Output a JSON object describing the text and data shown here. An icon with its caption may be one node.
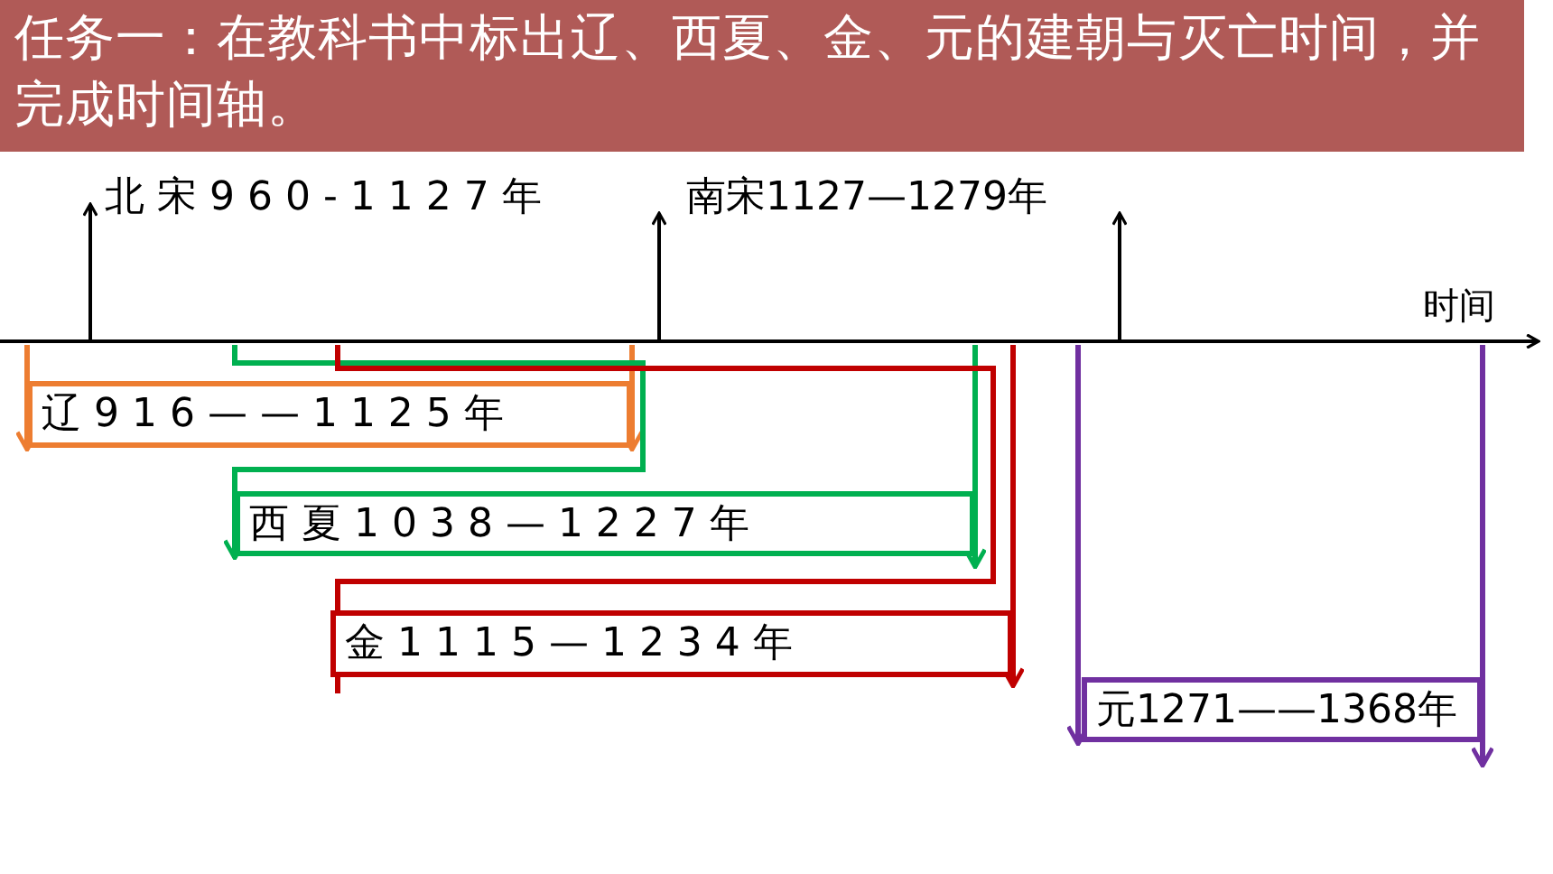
{
  "diagram": {
    "title": "任务一：在教科书中标出辽、西夏、金、元的建朝与灭亡时间，并完成时间轴。",
    "nodes": [
      {
        "text": [
          "时间"
        ]
      },
      {
        "text": [
          "辽 9 1 6 — — 1 1 2 5 年"
        ]
      },
      {
        "text": [
          "西 夏 1 0 3 8 — 1 2 2 7 年"
        ]
      },
      {
        "text": [
          "金 1 1 1 5 — 1 2 3 4 年"
        ]
      },
      {
        "text": [
          "元1271——1368年"
        ]
      }
    ],
    "edges": [
      {
        "from": 0,
        "to": 1,
        "arrow": "to",
        "color": "#ed7d31"
      },
      {
        "from": 0,
        "to": 1,
        "arrow": "to",
        "color": "#ed7d31"
      },
      {
        "from": 0,
        "to": 2,
        "arrow": "to",
        "color": "#00b050"
      },
      {
        "from": 0,
        "to": 2,
        "arrow": "to",
        "color": "#00b050"
      },
      {
        "from": 0,
        "to": 3,
        "arrow": "none",
        "color": "#c00000"
      },
      {
        "from": 0,
        "to": 3,
        "arrow": "to",
        "color": "#c00000"
      },
      {
        "from": 0,
        "to": 4,
        "arrow": "to",
        "color": "#7030a0"
      },
      {
        "from": 0,
        "to": 4,
        "arrow": "to",
        "color": "#7030a0"
      }
    ],
    "labels": [
      "北 宋 9 6 0 - 1 1 2 7 年",
      "南宋1127—1279年"
    ]
  }
}
